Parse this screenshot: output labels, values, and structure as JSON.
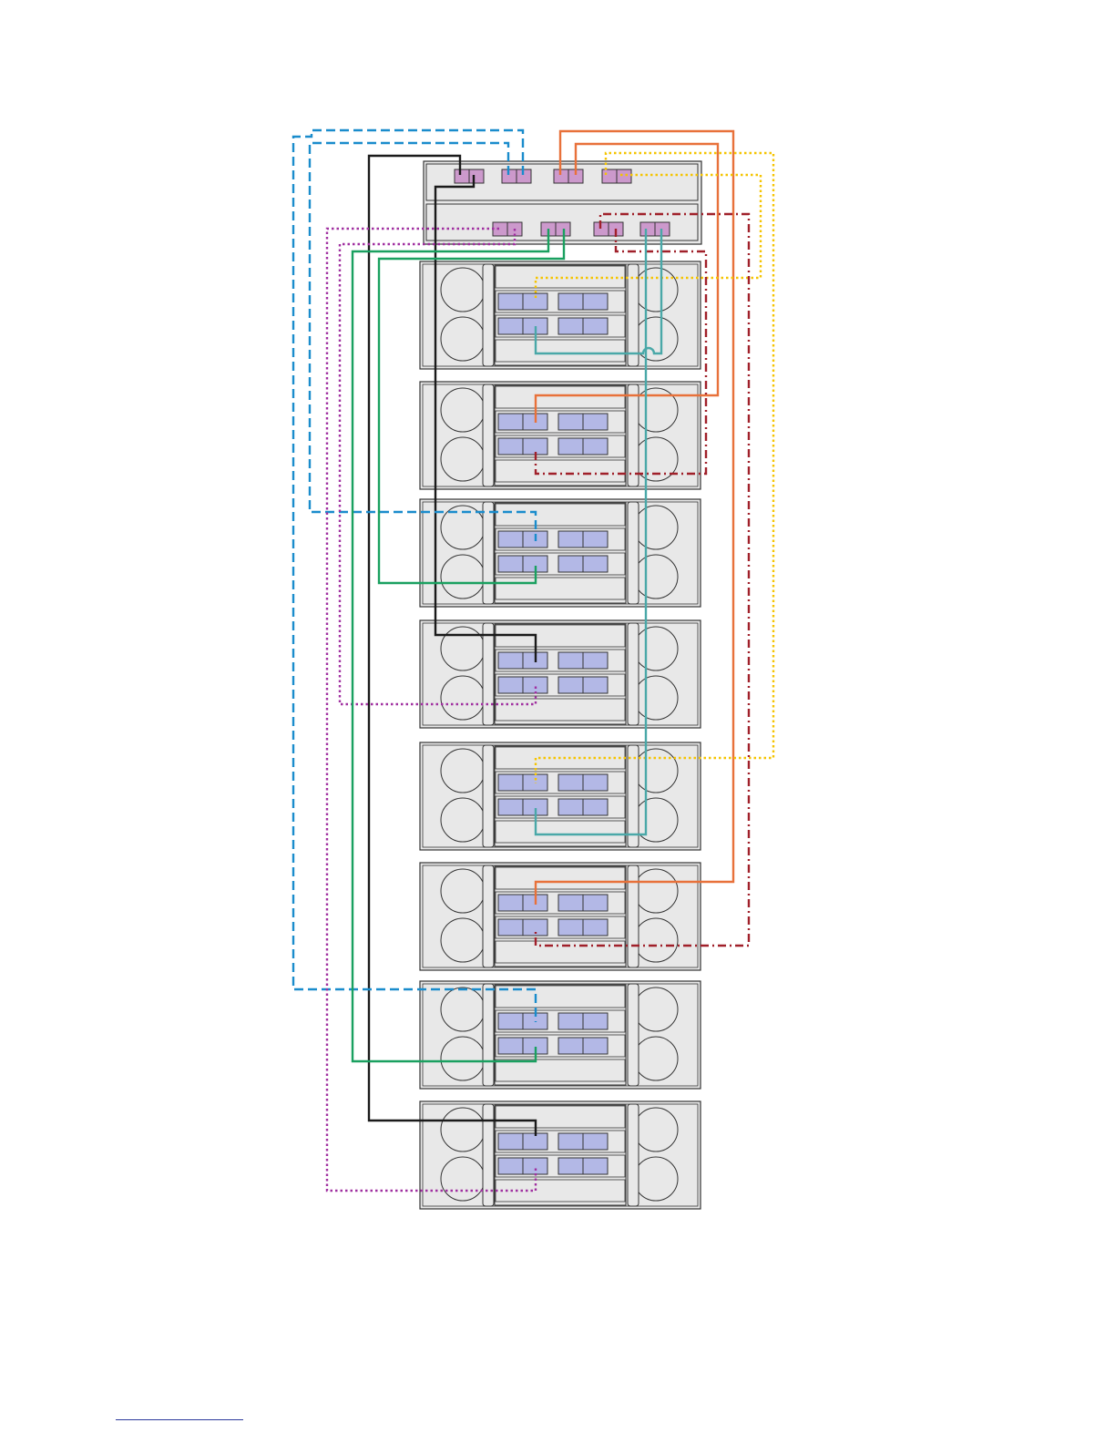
{
  "diagram": {
    "colors": {
      "background": "#ffffff",
      "chassis_fill": "#e8e8e8",
      "chassis_stroke": "#333333",
      "controller_port_fill": "#cc99cc",
      "shelf_port_fill": "#b3b8e6",
      "cable_black": "#1a1a1a",
      "cable_blue": "#1a8ccc",
      "cable_orange": "#e8713a",
      "cable_yellow": "#f5c400",
      "cable_purple": "#a030a0",
      "cable_green": "#1aa060",
      "cable_red": "#a0202a",
      "cable_teal": "#4aa8a8"
    },
    "controller": {
      "upper_port_pairs": 4,
      "lower_port_pairs": 4
    },
    "shelf_count": 8,
    "cables": [
      {
        "id": "black-a",
        "color": "black",
        "style": "solid",
        "from": "controller-upper-pair-1",
        "to": "shelf-4-iom-a"
      },
      {
        "id": "black-b",
        "color": "black",
        "style": "solid",
        "from": "controller-upper-pair-1",
        "to": "shelf-8-iom-a"
      },
      {
        "id": "blue-a",
        "color": "blue",
        "style": "dashed",
        "from": "controller-upper-pair-2",
        "to": "shelf-3-iom-a"
      },
      {
        "id": "blue-b",
        "color": "blue",
        "style": "dashed",
        "from": "controller-upper-pair-2",
        "to": "shelf-7-iom-a"
      },
      {
        "id": "orange-a",
        "color": "orange",
        "style": "solid",
        "from": "controller-upper-pair-3",
        "to": "shelf-2-iom-a"
      },
      {
        "id": "orange-b",
        "color": "orange",
        "style": "solid",
        "from": "controller-upper-pair-3",
        "to": "shelf-6-iom-a"
      },
      {
        "id": "yellow-a",
        "color": "yellow",
        "style": "dotted",
        "from": "controller-upper-pair-4",
        "to": "shelf-1-iom-a"
      },
      {
        "id": "yellow-b",
        "color": "yellow",
        "style": "dotted",
        "from": "controller-upper-pair-4",
        "to": "shelf-5-iom-a"
      },
      {
        "id": "purple-a",
        "color": "purple",
        "style": "dotted",
        "from": "controller-lower-pair-1",
        "to": "shelf-4-iom-b"
      },
      {
        "id": "purple-b",
        "color": "purple",
        "style": "dotted",
        "from": "controller-lower-pair-1",
        "to": "shelf-8-iom-b"
      },
      {
        "id": "green-a",
        "color": "green",
        "style": "solid",
        "from": "controller-lower-pair-2",
        "to": "shelf-3-iom-b"
      },
      {
        "id": "green-b",
        "color": "green",
        "style": "solid",
        "from": "controller-lower-pair-2",
        "to": "shelf-7-iom-b"
      },
      {
        "id": "red-a",
        "color": "red",
        "style": "dash-dot",
        "from": "controller-lower-pair-3",
        "to": "shelf-2-iom-b"
      },
      {
        "id": "red-b",
        "color": "red",
        "style": "dash-dot",
        "from": "controller-lower-pair-3",
        "to": "shelf-6-iom-b"
      },
      {
        "id": "teal-a",
        "color": "teal",
        "style": "solid",
        "from": "controller-lower-pair-4",
        "to": "shelf-1-iom-b"
      },
      {
        "id": "teal-b",
        "color": "teal",
        "style": "solid",
        "from": "controller-lower-pair-4",
        "to": "shelf-5-iom-b"
      }
    ]
  }
}
